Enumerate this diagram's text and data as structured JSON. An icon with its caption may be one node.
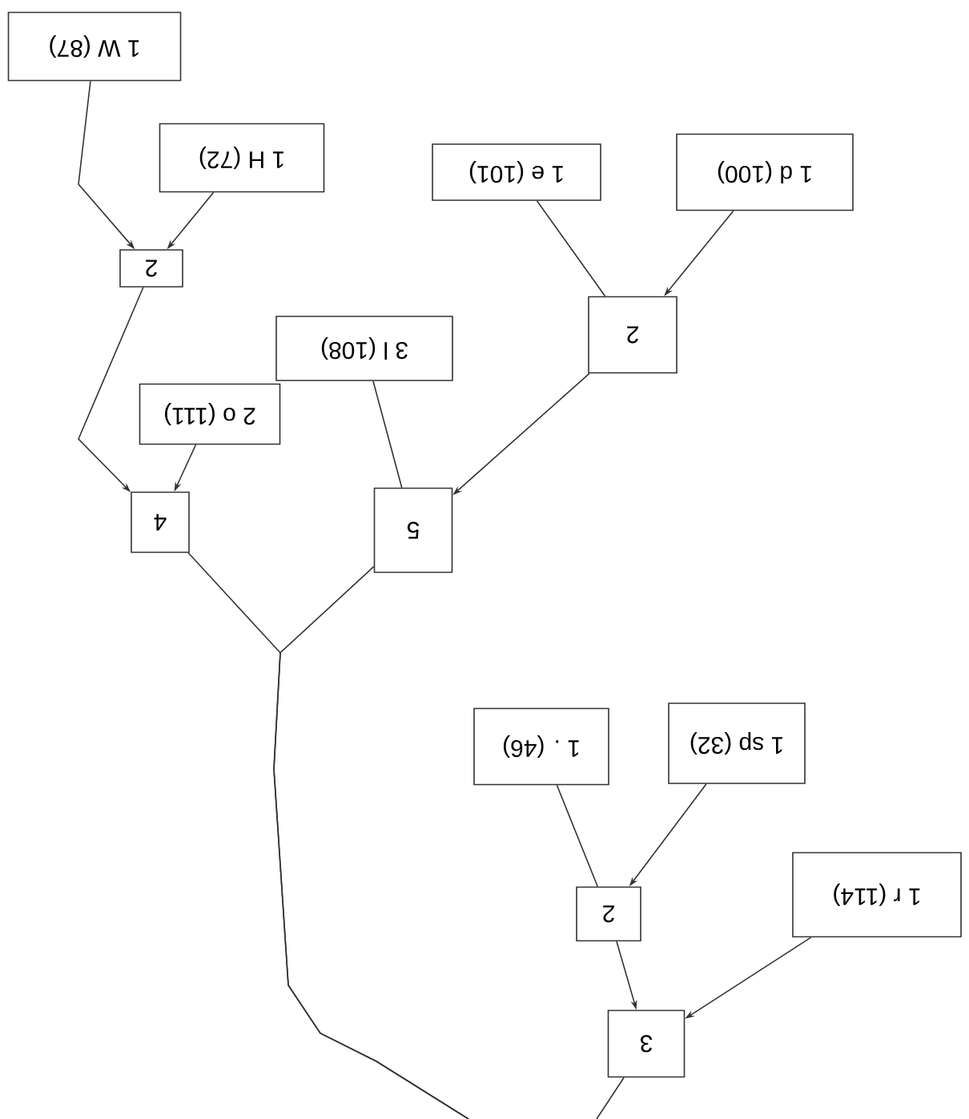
{
  "diagram": {
    "nodes": [
      {
        "text": [
          "1 W (87)"
        ]
      },
      {
        "text": [
          "1 H (72)"
        ]
      },
      {
        "text": [
          "2"
        ]
      },
      {
        "text": [
          "1 e (101)"
        ]
      },
      {
        "text": [
          "1 d (100)"
        ]
      },
      {
        "text": [
          "2"
        ]
      },
      {
        "text": [
          "3 l (108)"
        ]
      },
      {
        "text": [
          "2 o (111)"
        ]
      },
      {
        "text": [
          "4"
        ]
      },
      {
        "text": [
          "5"
        ]
      },
      {
        "text": [
          "1 . (46)"
        ]
      },
      {
        "text": [
          "1 sp (32)"
        ]
      },
      {
        "text": [
          "2"
        ]
      },
      {
        "text": [
          "1 r (114)"
        ]
      },
      {
        "text": [
          "3"
        ]
      }
    ],
    "edges": [
      {
        "from": 0,
        "to": 2,
        "arrow": "to"
      },
      {
        "from": 1,
        "to": 2,
        "arrow": "to"
      },
      {
        "from": 2,
        "to": 8,
        "arrow": "to"
      },
      {
        "from": 7,
        "to": 8,
        "arrow": "to"
      },
      {
        "from": 6,
        "to": 9,
        "arrow": "none"
      },
      {
        "from": 3,
        "to": 5,
        "arrow": "none"
      },
      {
        "from": 4,
        "to": 5,
        "arrow": "to"
      },
      {
        "from": 5,
        "to": 9,
        "arrow": "to"
      },
      {
        "from": 8,
        "to": null,
        "arrow": "none"
      },
      {
        "from": 9,
        "to": null,
        "arrow": "none"
      },
      {
        "from": 10,
        "to": 12,
        "arrow": "none"
      },
      {
        "from": 11,
        "to": 12,
        "arrow": "to"
      },
      {
        "from": 12,
        "to": 14,
        "arrow": "to"
      },
      {
        "from": 13,
        "to": 14,
        "arrow": "to"
      },
      {
        "from": 14,
        "to": null,
        "arrow": "none"
      }
    ]
  }
}
